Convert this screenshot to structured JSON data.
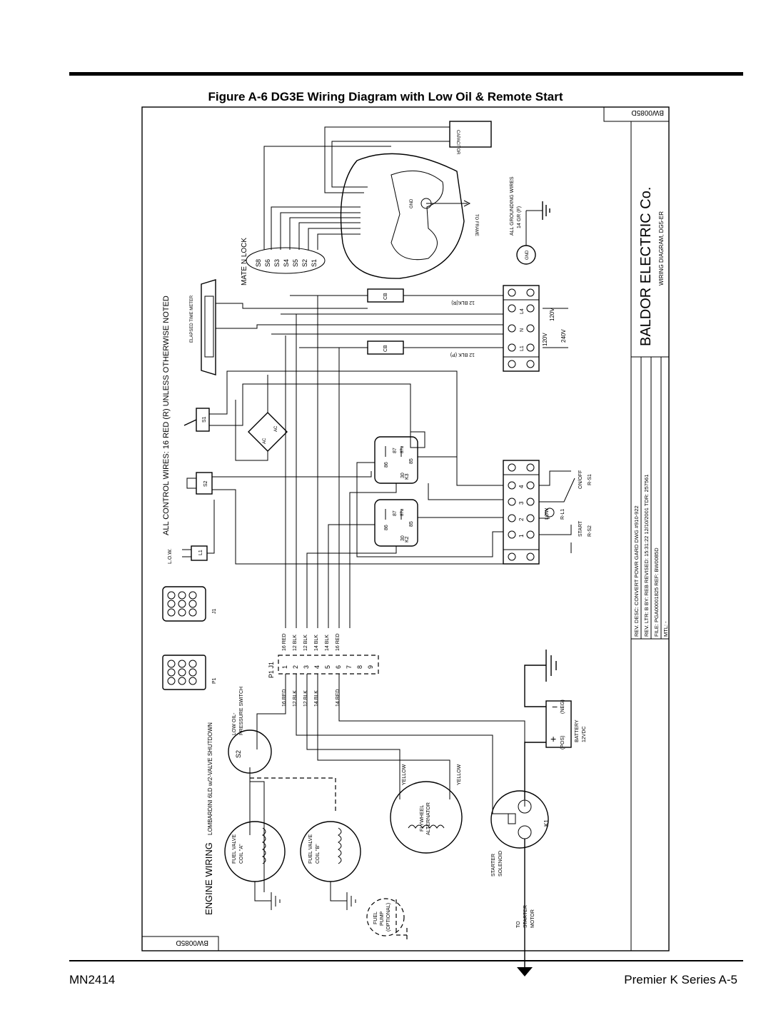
{
  "header": {
    "figure_title": "Figure A-6  DG3E Wiring Diagram with Low Oil & Remote Start"
  },
  "footer": {
    "doc_number": "MN2414",
    "page_label": "Premier K Series A-5"
  },
  "drawing": {
    "dwg_number": "BW0085D",
    "company": "BALDOR  ELECTRIC  Co.",
    "drawing_title": "WIRING DIAGRAM, DG5-ER",
    "control_wires_note": "ALL CONTROL WIRES:  16 RED (R) UNLESS OTHERWISE NOTED",
    "engine_wiring": "ENGINE WIRING",
    "engine_note": "LOMBARDINI 6LD  w/2-VALVE SHUTDOWN",
    "mate_n_lock": "MATE N LOCK",
    "s_pins": [
      "S8",
      "S6",
      "S3",
      "S4",
      "S5",
      "S2",
      "S1"
    ],
    "capacitor": "CAPACITOR",
    "gnd": "GND",
    "to_frame": "TO FRAME",
    "grounding_wires": [
      "ALL GROUNDING WIRES",
      "14 GR (F)"
    ],
    "etm": "ELAPSED TIME METER",
    "cb": "CB",
    "wire_12_blk_r": "12 BLK(R)",
    "wire_12_blk_p": "12 BLK (P)",
    "terminal_labels": {
      "l4": "L4",
      "n": "N",
      "l1": "L1"
    },
    "voltages": {
      "v120a": "120V",
      "v120b": "120V",
      "v240": "240V"
    },
    "switch_s1": "S1",
    "switch_s2": "S2",
    "low_oil_light": "L1",
    "low": "L.O.W.",
    "relay_k3": "K3",
    "relay_k2": "K2",
    "relay_pins": [
      "86",
      "85",
      "87",
      "87a",
      "30"
    ],
    "tb_numbers": [
      "4",
      "3",
      "2",
      "1"
    ],
    "on_off": [
      "ON/OFF",
      "R-S1"
    ],
    "low_rl1": [
      "LOW",
      "R-L1"
    ],
    "start": [
      "START",
      "R-S2"
    ],
    "connector_j1": "J1",
    "connector_p1": "P1",
    "p1_label": "P1   J1",
    "p1_wires": [
      "16 RED",
      "12 BLK",
      "12 BLK",
      "14 BLK",
      "14 RED"
    ],
    "j1_wires": [
      "16 RED",
      "12 BLK",
      "12 BLK",
      "14 BLK",
      "14 BLK",
      "16 RED"
    ],
    "pins": [
      "1",
      "2",
      "3",
      "4",
      "5",
      "6",
      "7",
      "8",
      "9"
    ],
    "low_oil_switch": [
      "LOW OIL-",
      "PRESSURE SWITCH"
    ],
    "fuel_valve_a": [
      "FUEL VALVE",
      "COIL \"A\""
    ],
    "fuel_valve_b": [
      "FUEL VALVE",
      "COIL \"B\""
    ],
    "fuel_pump": [
      "FUEL",
      "PUMP",
      "(OPTIONAL)"
    ],
    "flywheel_alt": [
      "FLYWHEEL",
      "ALTERNATOR"
    ],
    "yellow": "YELLOW",
    "starter_solenoid": [
      "STARTER",
      "SOLENOID"
    ],
    "k1": "K1",
    "to_starter": [
      "TO",
      "STARTER",
      "MOTOR"
    ],
    "battery": [
      "BATTERY",
      "12VDC"
    ],
    "pos": "(POS)",
    "neg": "(NEG)",
    "title_block": [
      "REV. DESC:  CONVERT POWR GARD DWG #910-922",
      "REV. LTR:  B    BY:  REB   REVISED: 15:31:22  12/10/2001   TDR: 257561",
      "FILE: PGA00001825                    REF: BW0085D",
      "MTL:  -"
    ]
  }
}
